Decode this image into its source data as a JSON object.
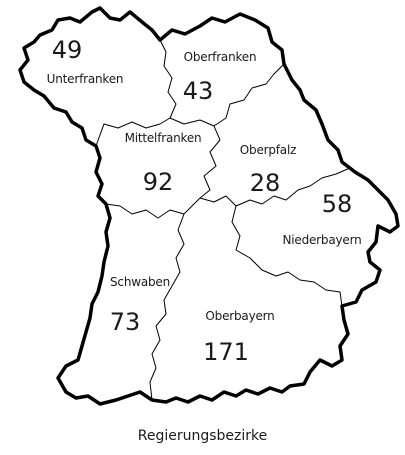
{
  "regions": [
    {
      "name": "Unterfranken",
      "count": "49"
    },
    {
      "name": "Oberfranken",
      "count": "43"
    },
    {
      "name": "Mittelfranken",
      "count": "92"
    },
    {
      "name": "Oberpfalz",
      "count": "28"
    },
    {
      "name": "Niederbayern",
      "count": "58"
    },
    {
      "name": "Schwaben",
      "count": "73"
    },
    {
      "name": "Oberbayern",
      "count": "171"
    }
  ],
  "caption": "Regierungsbezirke",
  "colors": {
    "outline": "#000000",
    "fill": "#ffffff",
    "text": "#1a1a1a"
  }
}
